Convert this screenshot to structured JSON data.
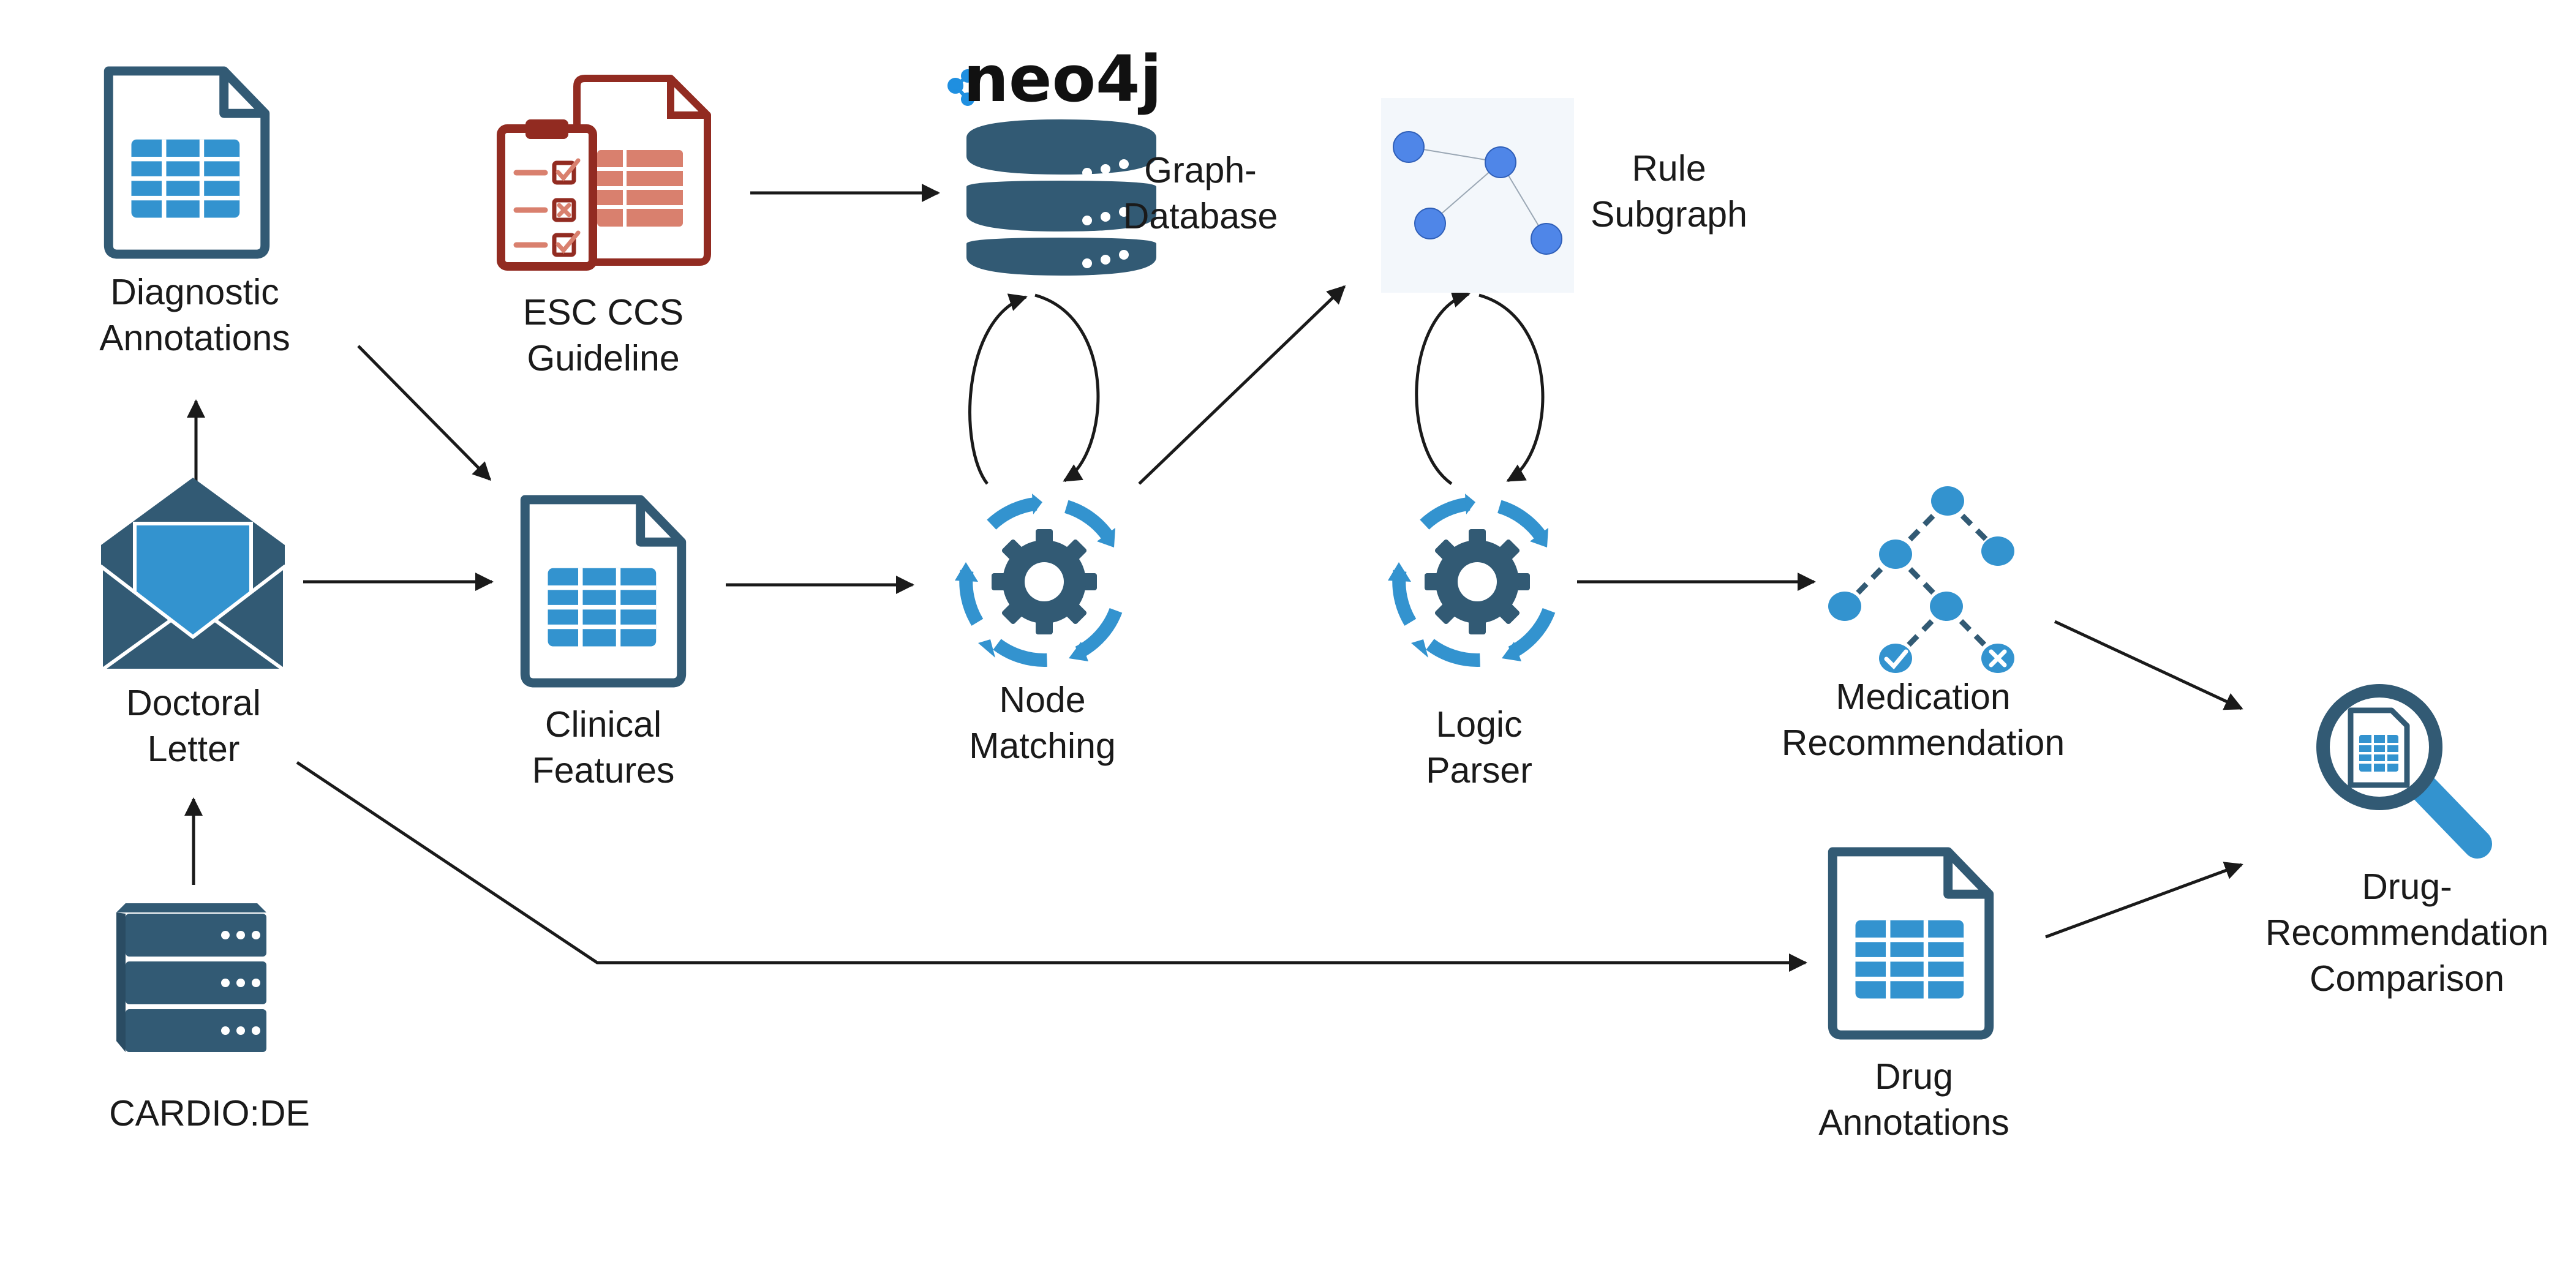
{
  "nodes": {
    "diagnostic_annotations": [
      "Diagnostic",
      "Annotations"
    ],
    "esc_guideline": [
      "ESC CCS",
      "Guideline"
    ],
    "graph_database": [
      "Graph-",
      "Database"
    ],
    "rule_subgraph": [
      "Rule",
      "Subgraph"
    ],
    "doctoral_letter": [
      "Doctoral",
      "Letter"
    ],
    "clinical_features": [
      "Clinical",
      "Features"
    ],
    "node_matching": [
      "Node",
      "Matching"
    ],
    "logic_parser": [
      "Logic",
      "Parser"
    ],
    "medication_recommendation": [
      "Medication",
      "Recommendation"
    ],
    "drug_recommendation_comparison": [
      "Drug-",
      "Recommendation",
      "Comparison"
    ],
    "cardio_de": [
      "CARDIO:DE"
    ],
    "drug_annotations": [
      "Drug",
      "Annotations"
    ]
  },
  "logo": {
    "text": "neo4j"
  },
  "colors": {
    "navy": "#325A74",
    "blue": "#3393CF",
    "red": "#922B21",
    "salmon": "#D9806E",
    "graph_node": "#4F86E8",
    "arrow": "#1a1a1a"
  },
  "icons": {
    "spreadsheet_doc": "spreadsheet-document-icon",
    "checklist": "checklist-clipboard-icon",
    "database": "database-icon",
    "graph": "graph-thumbnail",
    "envelope": "envelope-icon",
    "gear": "gear-cycle-icon",
    "tree": "decision-tree-icon",
    "magnifier": "magnifier-document-icon",
    "server": "server-icon"
  }
}
